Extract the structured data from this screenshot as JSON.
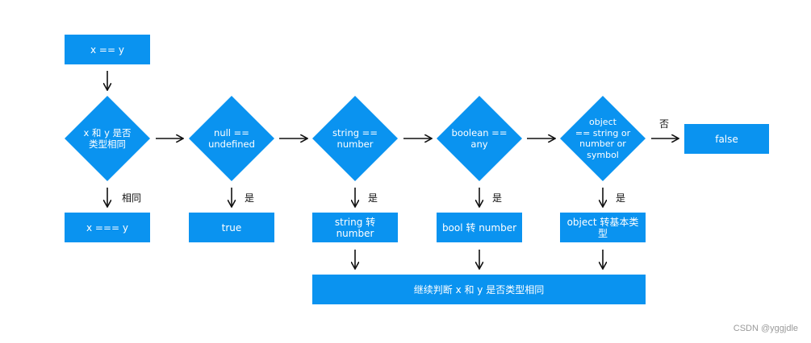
{
  "nodes": {
    "start": "x == y",
    "same_type": "x 和 y 是否\n类型相同",
    "null_undefined": "null ==\nundefined",
    "string_number": "string ==\nnumber",
    "boolean_any": "boolean ==\nany",
    "object_primitive": "object\n== string or\nnumber or\nsymbol",
    "false_result": "false",
    "strict_equal": "x === y",
    "true_result": "true",
    "string_to_number": "string 转 number",
    "bool_to_number": "bool 转 number",
    "object_to_primitive": "object 转基本类型",
    "continue_check": "继续判断 x 和 y 是否类型相同"
  },
  "edge_labels": {
    "same": "相同",
    "yes1": "是",
    "yes2": "是",
    "yes3": "是",
    "yes4": "是",
    "no": "否"
  },
  "watermark": "CSDN @yggjdle",
  "colors": {
    "node_fill": "#0a93f0",
    "arrow": "#111111"
  }
}
